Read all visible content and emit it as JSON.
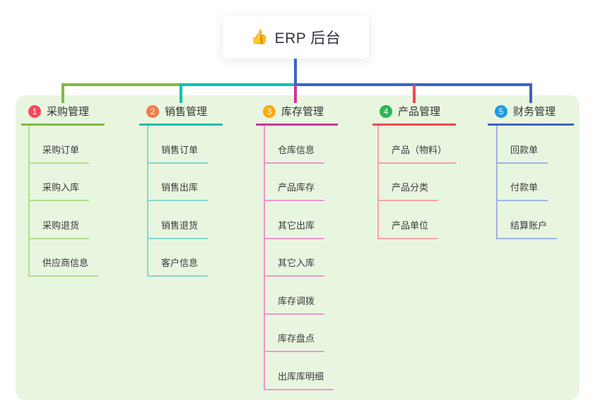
{
  "root": {
    "icon": "👍",
    "label": "ERP 后台"
  },
  "branches": [
    {
      "num": "1",
      "label": "采购管理",
      "color": "#7ebb40",
      "light_color": "#b6db8e",
      "badge_color": "#f8485e",
      "children": [
        "采购订单",
        "采购入库",
        "采购退货",
        "供应商信息"
      ]
    },
    {
      "num": "2",
      "label": "销售管理",
      "color": "#0fbfb2",
      "light_color": "#84d8ce",
      "badge_color": "#f57b48",
      "children": [
        "销售订单",
        "销售出库",
        "销售退货",
        "客户信息"
      ]
    },
    {
      "num": "3",
      "label": "库存管理",
      "color": "#cc3699",
      "light_color": "#f295cc",
      "badge_color": "#fca816",
      "children": [
        "仓库信息",
        "产品库存",
        "其它出库",
        "其它入库",
        "库存调拨",
        "库存盘点",
        "出库库明细"
      ]
    },
    {
      "num": "4",
      "label": "产品管理",
      "color": "#f0484e",
      "light_color": "#f7a3a3",
      "badge_color": "#2fb456",
      "children": [
        "产品（物料）",
        "产品分类",
        "产品单位"
      ]
    },
    {
      "num": "5",
      "label": "财务管理",
      "color": "#3a64c6",
      "light_color": "#9db4e4",
      "badge_color": "#1f9adf",
      "children": [
        "回款单",
        "付款单",
        "结算账户"
      ]
    }
  ]
}
